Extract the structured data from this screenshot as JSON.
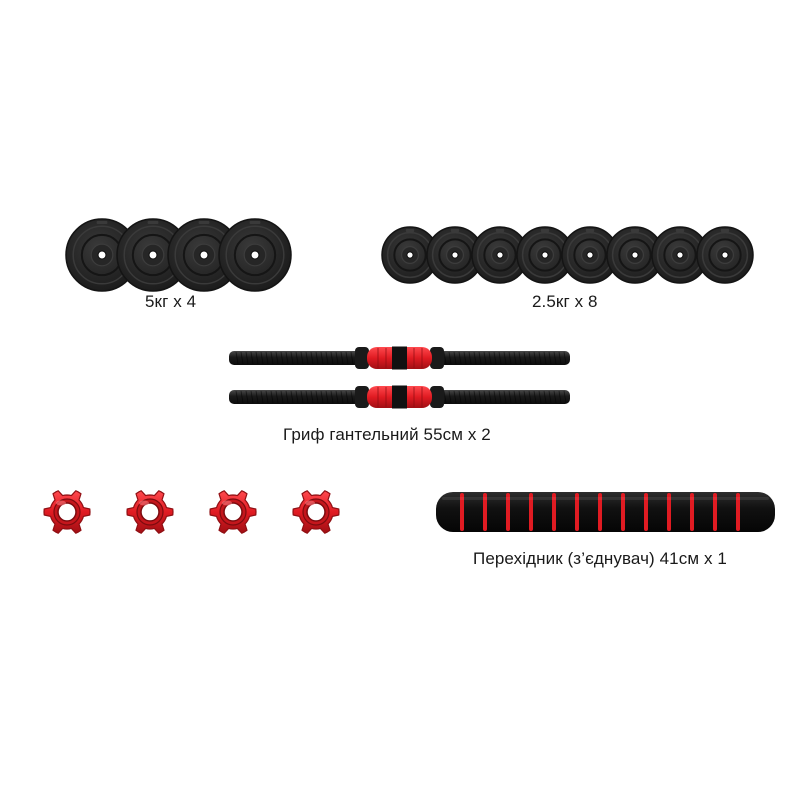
{
  "items": {
    "plates_5kg": {
      "label": "5кг х 4",
      "count": 4
    },
    "plates_2_5kg": {
      "label": "2.5кг х 8",
      "count": 8
    },
    "dumbbell_handle": {
      "label": "Гриф гантельний 55см х 2",
      "count": 2
    },
    "locking_nuts": {
      "count": 4
    },
    "connector": {
      "label": "Перехідник (з’єднувач) 41см х 1",
      "count": 1
    }
  },
  "colors": {
    "plate": "#262626",
    "plate_ring": "#3a3a3a",
    "bar": "#1e1e1e",
    "accent_red": "#e01b22",
    "foam": "#121212"
  }
}
